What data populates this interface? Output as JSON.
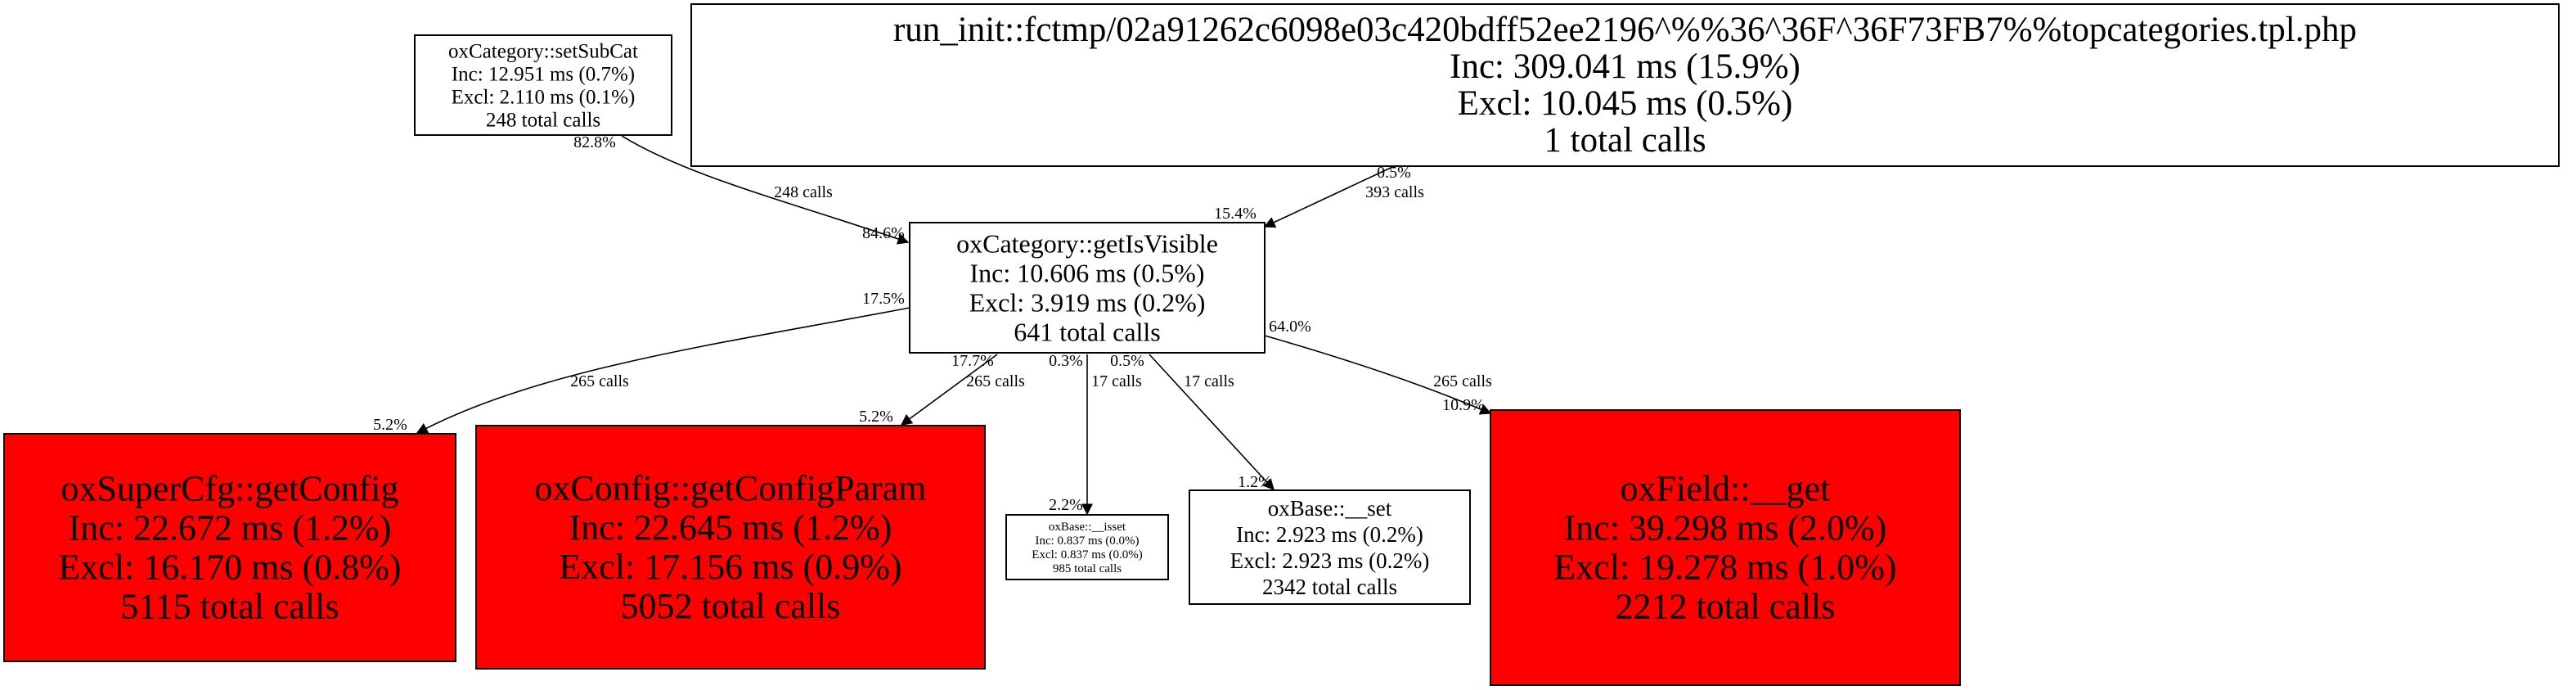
{
  "colors": {
    "hot": "#ff0000",
    "normal": "#ffffff",
    "stroke": "#000000"
  },
  "nodes": [
    {
      "id": "setSubCat",
      "hot": false,
      "lines": [
        "oxCategory::setSubCat",
        "Inc: 12.951 ms (0.7%)",
        "Excl: 2.110 ms (0.1%)",
        "248 total calls"
      ]
    },
    {
      "id": "runInit",
      "hot": false,
      "lines": [
        "run_init::fctmp/02a91262c6098e03c420bdff52ee2196^%%36^36F^36F73FB7%%topcategories.tpl.php",
        "Inc: 309.041 ms (15.9%)",
        "Excl: 10.045 ms (0.5%)",
        "1 total calls"
      ]
    },
    {
      "id": "getIsVisible",
      "hot": false,
      "lines": [
        "oxCategory::getIsVisible",
        "Inc: 10.606 ms (0.5%)",
        "Excl: 3.919 ms (0.2%)",
        "641 total calls"
      ]
    },
    {
      "id": "getConfig",
      "hot": true,
      "lines": [
        "oxSuperCfg::getConfig",
        "Inc: 22.672 ms (1.2%)",
        "Excl: 16.170 ms (0.8%)",
        "5115 total calls"
      ]
    },
    {
      "id": "getConfigParam",
      "hot": true,
      "lines": [
        "oxConfig::getConfigParam",
        "Inc: 22.645 ms (1.2%)",
        "Excl: 17.156 ms (0.9%)",
        "5052 total calls"
      ]
    },
    {
      "id": "isset",
      "hot": false,
      "lines": [
        "oxBase::__isset",
        "Inc: 0.837 ms (0.0%)",
        "Excl: 0.837 ms (0.0%)",
        "985 total calls"
      ]
    },
    {
      "id": "set",
      "hot": false,
      "lines": [
        "oxBase::__set",
        "Inc: 2.923 ms (0.2%)",
        "Excl: 2.923 ms (0.2%)",
        "2342 total calls"
      ]
    },
    {
      "id": "get",
      "hot": true,
      "lines": [
        "oxField::__get",
        "Inc: 39.298 ms (2.0%)",
        "Excl: 19.278 ms (1.0%)",
        "2212 total calls"
      ]
    }
  ],
  "edges": [
    {
      "from": "setSubCat",
      "to": "getIsVisible",
      "tail_pct": "82.8%",
      "calls": "248 calls",
      "head_pct": "84.6%"
    },
    {
      "from": "runInit",
      "to": "getIsVisible",
      "tail_pct": "0.5%",
      "calls": "393 calls",
      "head_pct": "15.4%"
    },
    {
      "from": "getIsVisible",
      "to": "getConfig",
      "tail_pct": "17.5%",
      "calls": "265 calls",
      "head_pct": "5.2%"
    },
    {
      "from": "getIsVisible",
      "to": "getConfigParam",
      "tail_pct": "17.7%",
      "calls": "265 calls",
      "head_pct": "5.2%"
    },
    {
      "from": "getIsVisible",
      "to": "isset",
      "tail_pct": "0.3%",
      "calls": "17 calls",
      "head_pct": "2.2%"
    },
    {
      "from": "getIsVisible",
      "to": "set",
      "tail_pct": "0.5%",
      "calls": "17 calls",
      "head_pct": "1.2%"
    },
    {
      "from": "getIsVisible",
      "to": "get",
      "tail_pct": "64.0%",
      "calls": "265 calls",
      "head_pct": "10.9%"
    }
  ]
}
